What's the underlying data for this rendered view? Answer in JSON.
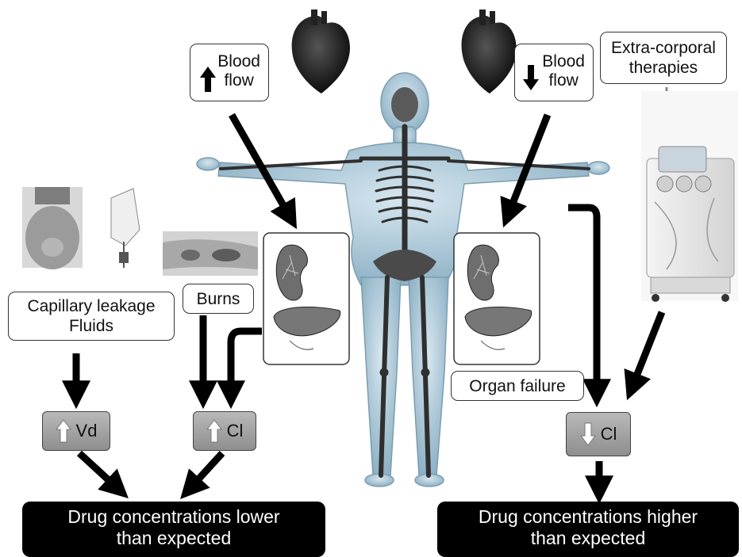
{
  "labels": {
    "blood_flow_up_line1": "Blood",
    "blood_flow_up_line2": "flow",
    "blood_flow_down_line1": "Blood",
    "blood_flow_down_line2": "flow",
    "extracorporeal_line1": "Extra-corporal",
    "extracorporeal_line2": "therapies",
    "capillary_line1": "Capillary leakage",
    "capillary_line2": "Fluids",
    "burns": "Burns",
    "organ_failure": "Organ failure"
  },
  "effects": {
    "vd_up": "Vd",
    "cl_up": "Cl",
    "cl_down": "Cl"
  },
  "outcomes": {
    "lower_line1": "Drug concentrations lower",
    "lower_line2": "than expected",
    "higher_line1": "Drug concentrations higher",
    "higher_line2": "than expected"
  },
  "colors": {
    "arrow": "#000000",
    "effect_box": "#a6a6a6",
    "outcome_box": "#000000",
    "skin": "#9fbfd0",
    "bone": "#3a3a3a"
  }
}
